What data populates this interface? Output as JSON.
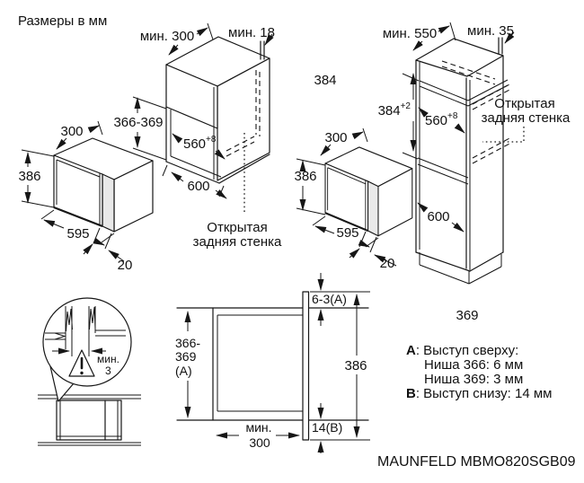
{
  "title": "Размеры в мм",
  "model": "MAUNFELD MBMO820SGB09",
  "colors": {
    "line": "#161616",
    "background": "#ffffff"
  },
  "oven": {
    "width": "595",
    "height": "386",
    "depth": "300",
    "door_thickness": "20"
  },
  "wall_niche": {
    "top_depth": "мин. 300",
    "side_gap": "мин. 18",
    "height": "366-369",
    "inner_width": "560",
    "inner_width_tol": "+8",
    "outer_width": "600",
    "open_back_line1": "Открытая",
    "open_back_line2": "задняя стенка"
  },
  "tall_niche": {
    "top_depth": "мин. 550",
    "side_gap": "мин. 35",
    "height_plain": "384",
    "height": "384",
    "height_tol": "+2",
    "inner_width": "560",
    "inner_width_tol": "+8",
    "lower_height": "600",
    "height_below": "369",
    "open_back_line1": "Открытая",
    "open_back_line2": "задняя стенка"
  },
  "clearance": {
    "label": "мин.",
    "value": "3"
  },
  "section": {
    "height_line1": "366-",
    "height_line2": "369",
    "height_line3": "(A)",
    "top_gap": "6-3(A)",
    "front_height": "386",
    "depth_label": "мин.",
    "depth_value": "300",
    "bottom_gap": "14(B)"
  },
  "legend": {
    "a_letter": "A",
    "a_rest": ": Выступ сверху:",
    "niche_366": "Ниша 366: 6 мм",
    "niche_369": "Ниша 369: 3 мм",
    "b_letter": "B",
    "b_rest": ": Выступ снизу: 14 мм"
  }
}
